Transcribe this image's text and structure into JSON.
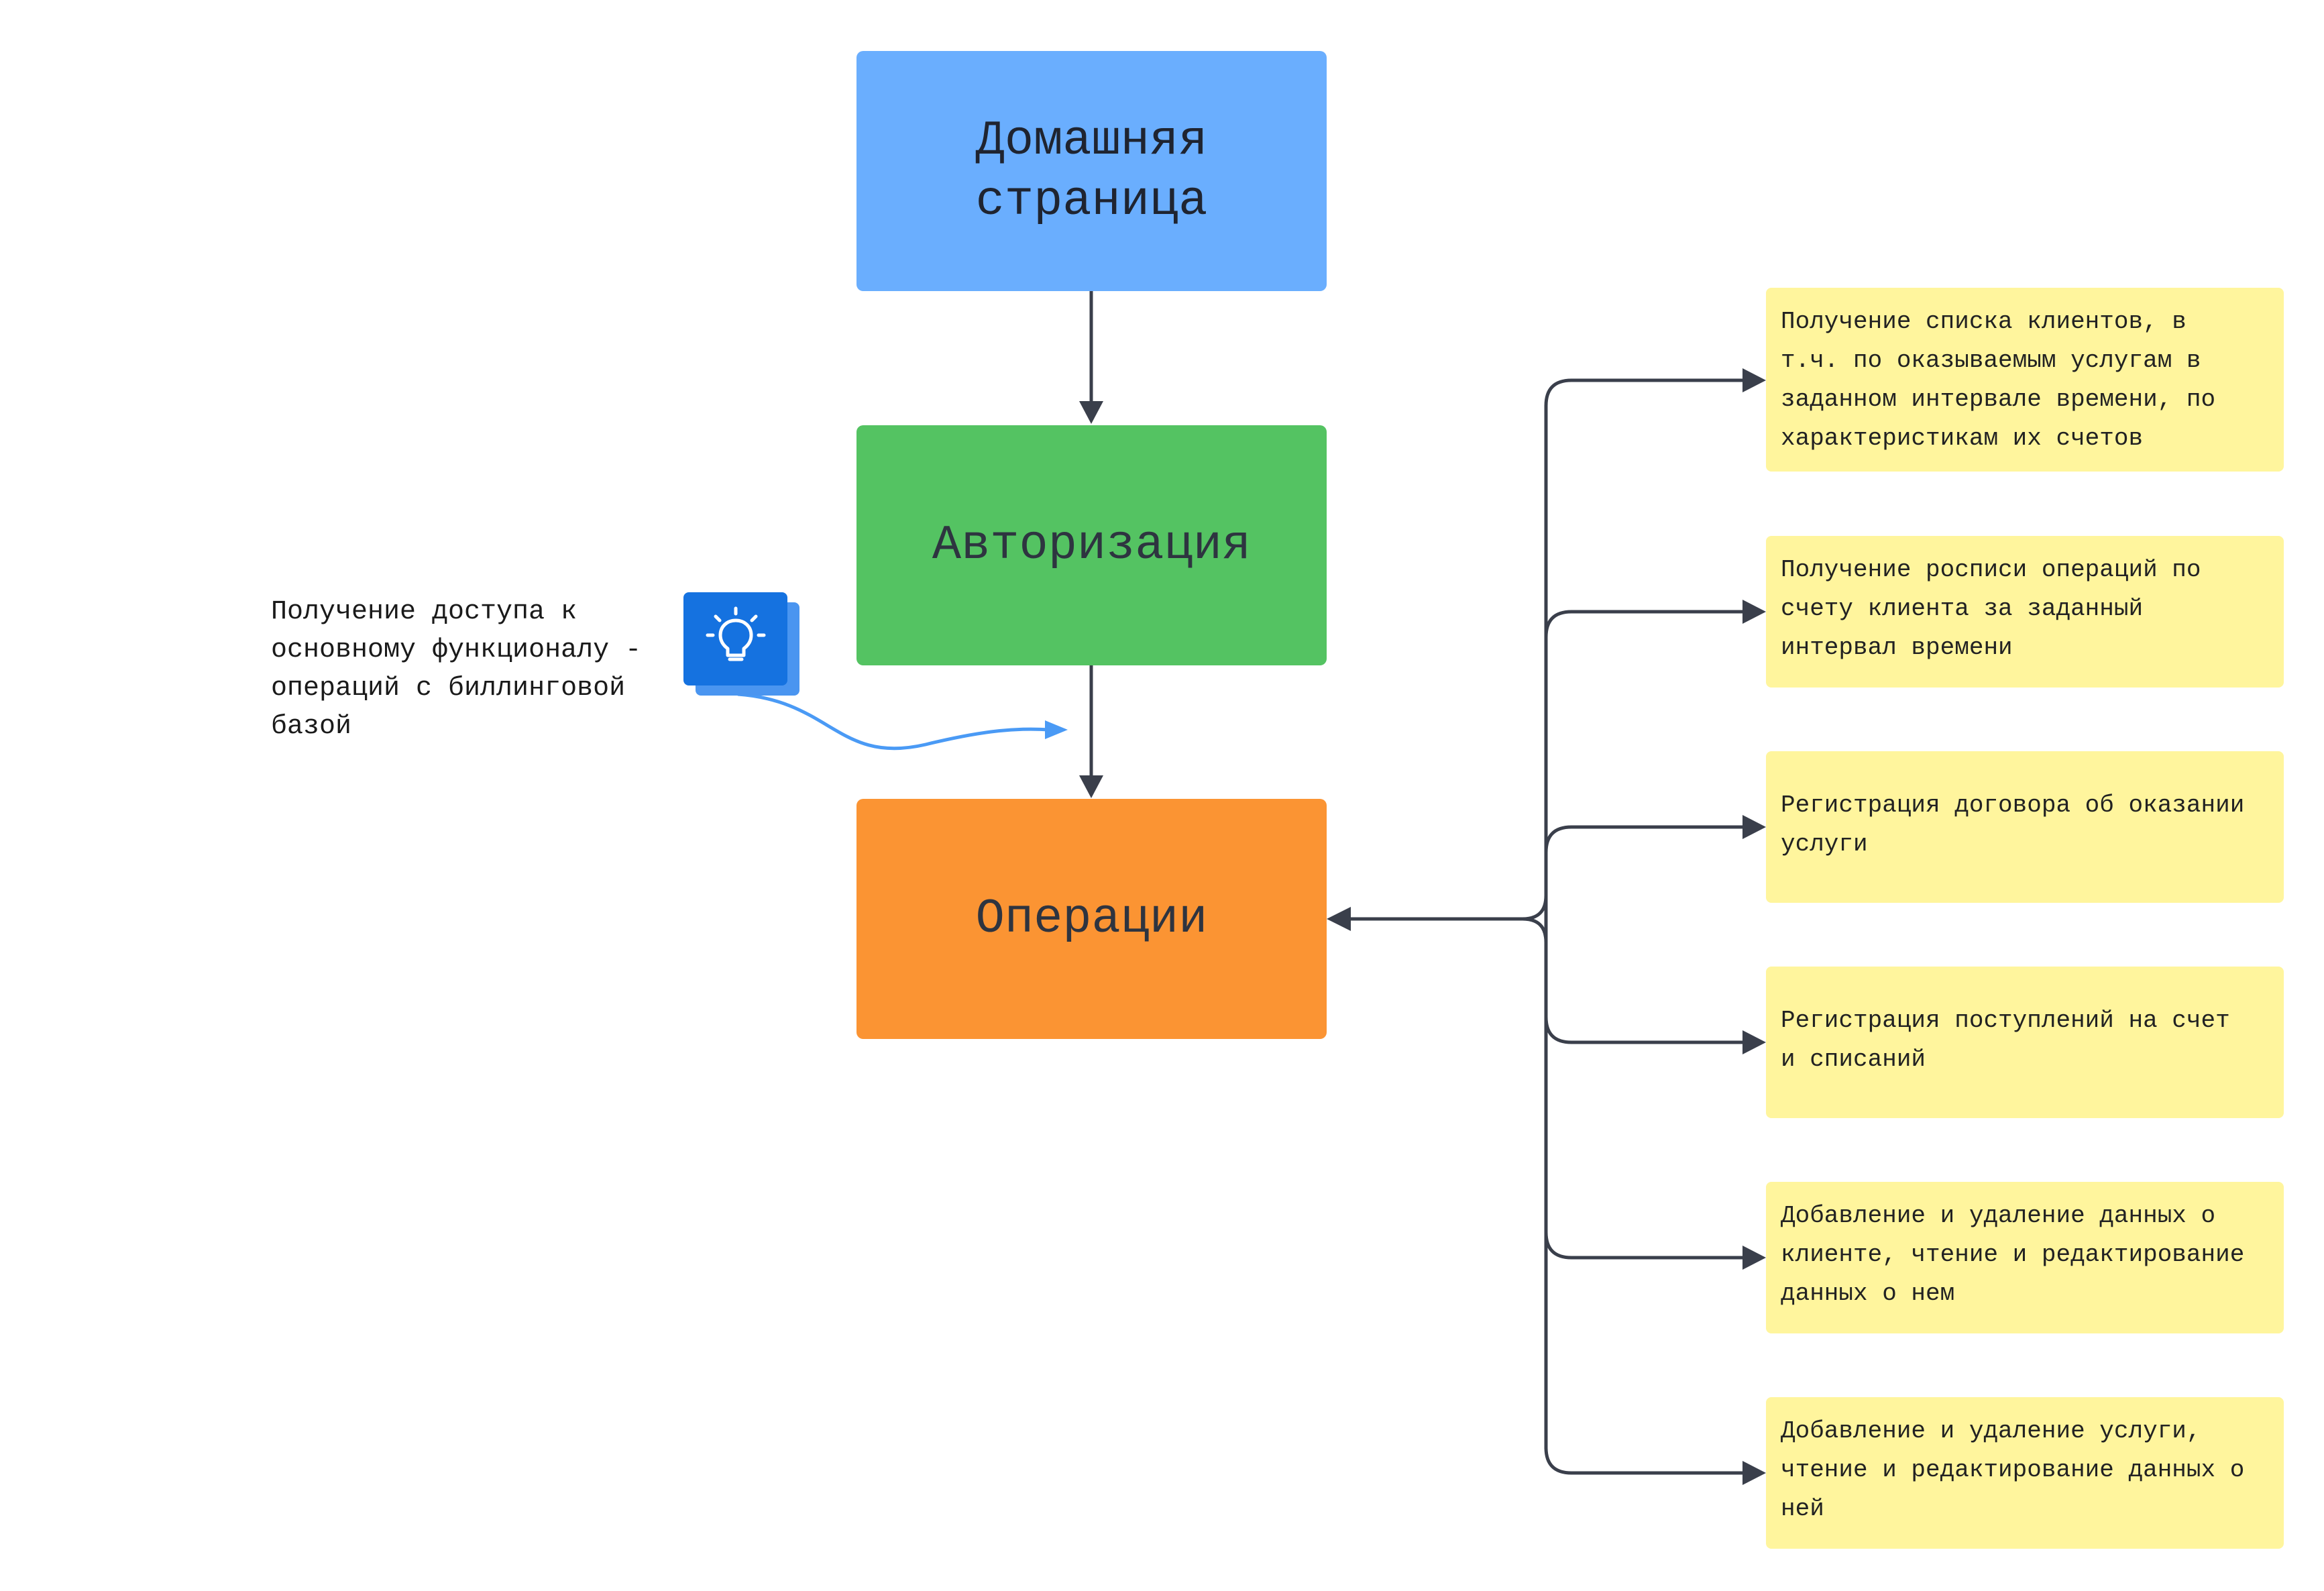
{
  "colors": {
    "home": "#6aaefe",
    "auth": "#54c362",
    "ops": "#fb9433",
    "note": "#fff59d",
    "connector": "#3a3f4b",
    "curve": "#4a9af5",
    "bulb_front": "#1572e0",
    "bulb_back": "#4a95f0"
  },
  "nodes": {
    "home": {
      "label": "Домашняя\nстраница"
    },
    "auth": {
      "label": "Авторизация"
    },
    "ops": {
      "label": "Операции"
    }
  },
  "annotation": {
    "text": "Получение доступа к\nосновному функционалу -\nопераций с биллинговой\nбазой",
    "icon": "lightbulb-icon"
  },
  "notes": [
    {
      "text": "Получение списка клиентов, в\nт.ч. по оказываемым услугам в\nзаданном интервале времени, по\nхарактеристикам их счетов"
    },
    {
      "text": "Получение росписи операций по\nсчету клиента за заданный\nинтервал времени"
    },
    {
      "text": "Регистрация договора об оказании\nуслуги"
    },
    {
      "text": "Регистрация поступлений на счет\nи списаний"
    },
    {
      "text": "Добавление и удаление данных о\nклиенте, чтение и редактирование\nданных о нем"
    },
    {
      "text": "Добавление и удаление услуги,\nчтение и редактирование данных о\nней"
    }
  ]
}
